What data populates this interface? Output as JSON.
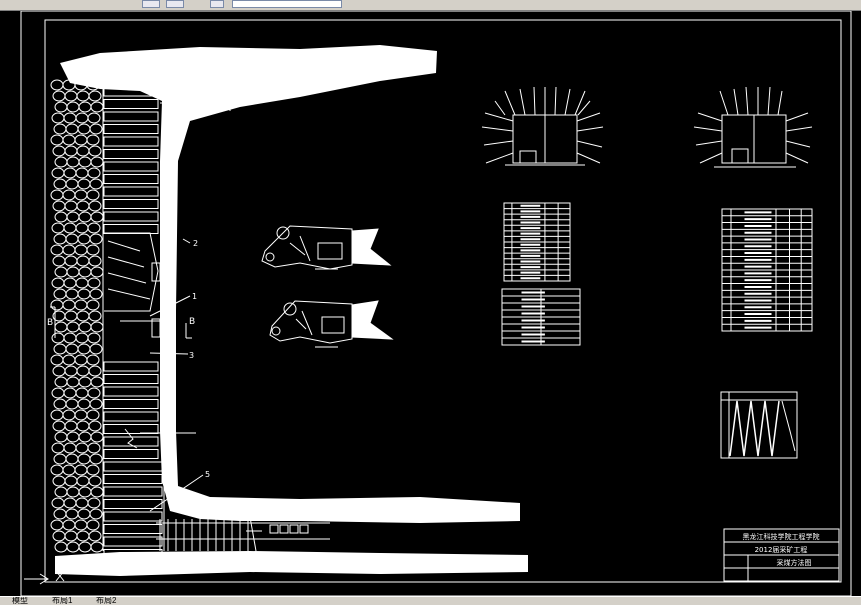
{
  "toolbar": {
    "buttons": [
      "layer-button",
      "properties-button",
      "dropdown-button",
      "snap-button"
    ]
  },
  "drawing": {
    "labels": {
      "n1": "1",
      "n2": "2",
      "n3": "3",
      "n5": "5",
      "b_left": "B",
      "b_right": "B"
    },
    "title_block": {
      "line1": "黑龙江科技学院工程学院",
      "line2": "2012届采矿工程",
      "line3": "采煤方法图"
    }
  },
  "tabs": {
    "model": "模型",
    "layout1": "布局1",
    "layout2": "布局2"
  },
  "colors": {
    "background": "#000000",
    "lines": "#ffffff",
    "ui_gray": "#d4d0c8"
  }
}
